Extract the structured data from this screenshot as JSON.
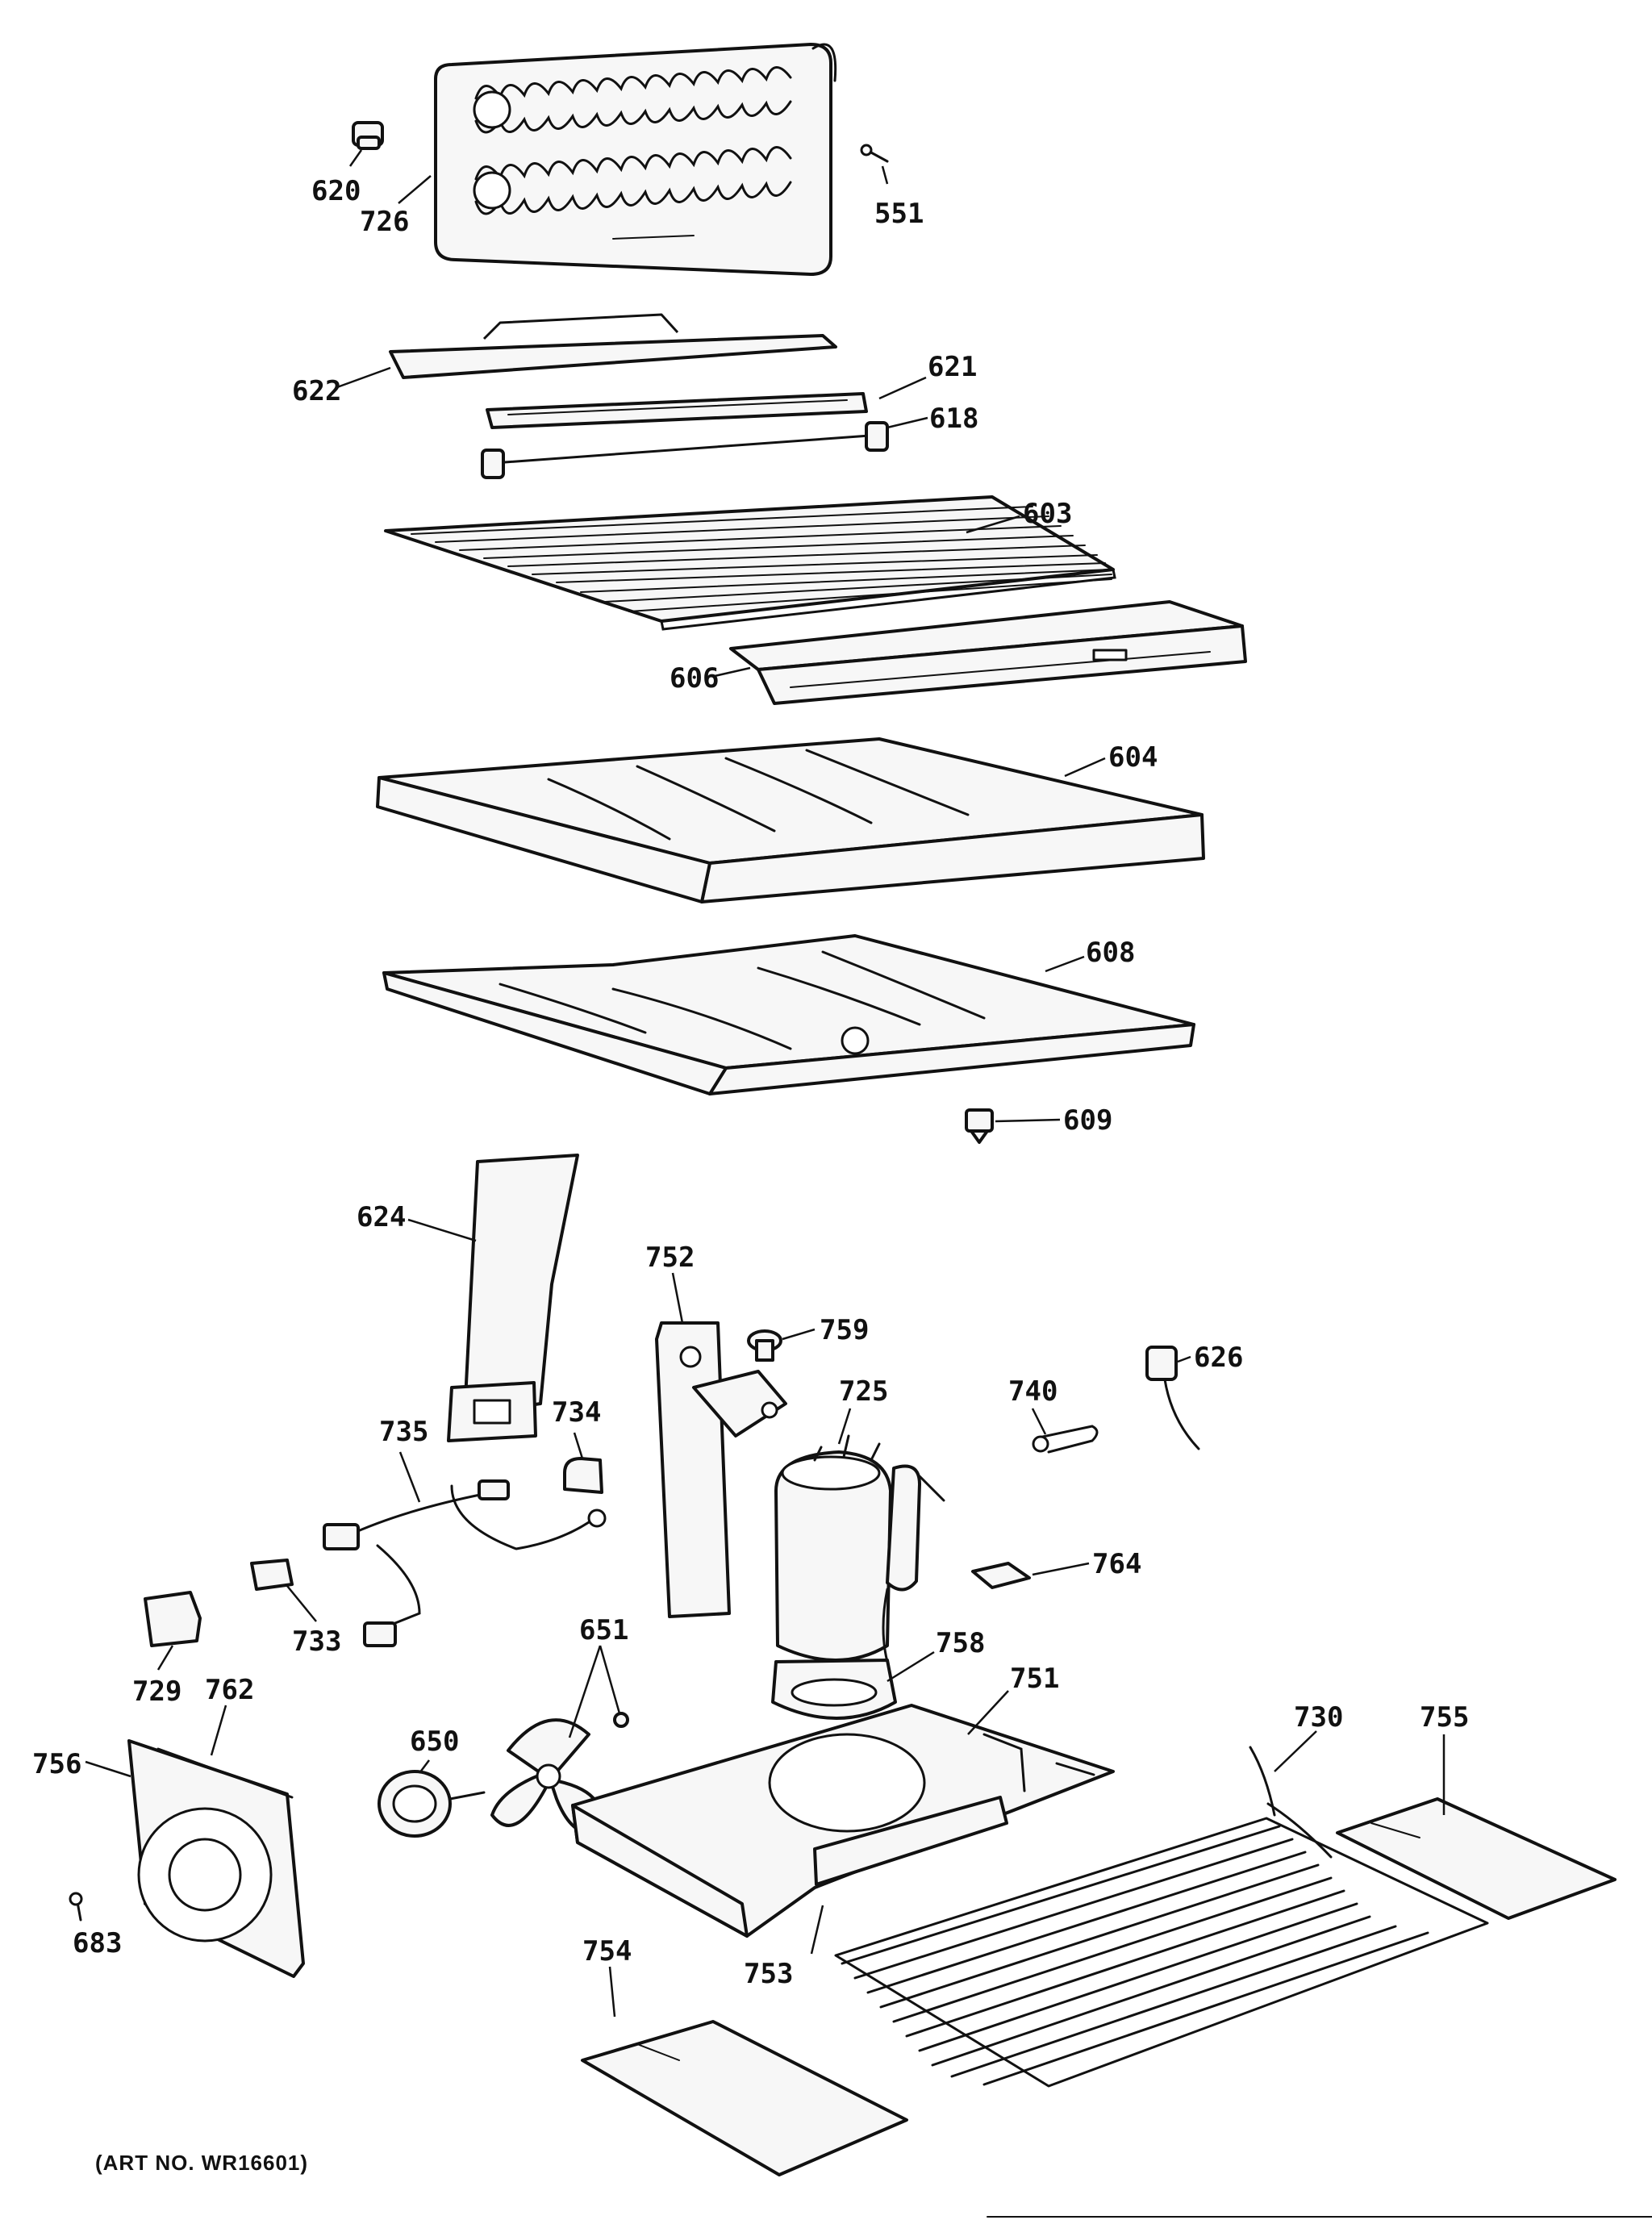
{
  "callouts": {
    "c620": "620",
    "c726": "726",
    "c551": "551",
    "c622": "622",
    "c621": "621",
    "c618": "618",
    "c603": "603",
    "c606": "606",
    "c604": "604",
    "c608": "608",
    "c609": "609",
    "c624": "624",
    "c752": "752",
    "c759": "759",
    "c725": "725",
    "c740": "740",
    "c626": "626",
    "c735": "735",
    "c734": "734",
    "c764": "764",
    "c733": "733",
    "c729": "729",
    "c762": "762",
    "c651": "651",
    "c758": "758",
    "c751": "751",
    "c650": "650",
    "c756": "756",
    "c730": "730",
    "c755": "755",
    "c683": "683",
    "c754": "754",
    "c753": "753"
  },
  "footer": {
    "art_number": "(ART NO. WR16601)"
  }
}
